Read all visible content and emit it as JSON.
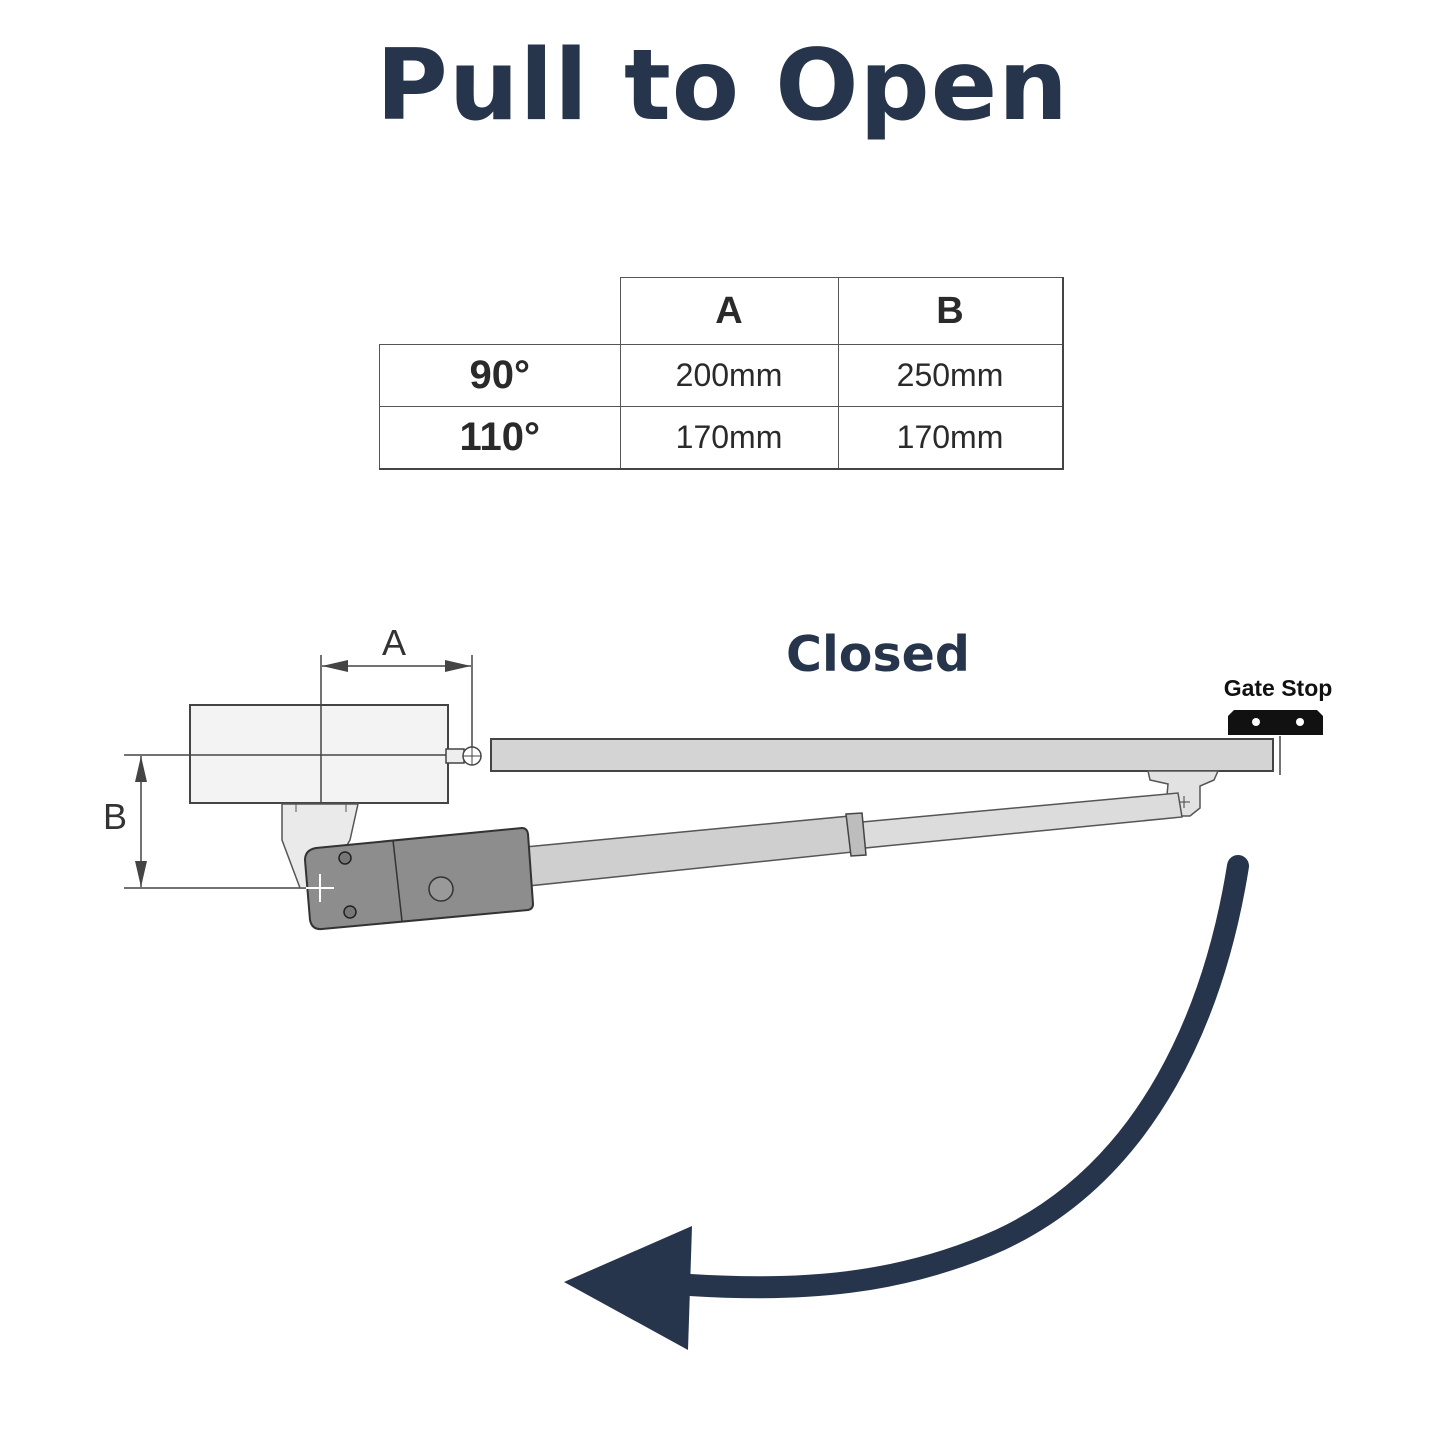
{
  "title": "Pull to Open",
  "table": {
    "header": [
      "A",
      "B"
    ],
    "rows": [
      {
        "angle": "90°",
        "a": "200mm",
        "b": "250mm"
      },
      {
        "angle": "110°",
        "a": "170mm",
        "b": "170mm"
      }
    ]
  },
  "diagram": {
    "state_label": "Closed",
    "gate_stop_label": "Gate Stop",
    "dimension_a_label": "A",
    "dimension_b_label": "B"
  },
  "colors": {
    "title": "#26354b",
    "arrow": "#26354b",
    "motor": "#8c8c8c",
    "gate_leaf": "#d4d4d4",
    "post": "#f2f2f2"
  },
  "icons": [
    "opening-direction-arrow-icon",
    "gate-stop-icon",
    "pivot-cross-icon"
  ]
}
